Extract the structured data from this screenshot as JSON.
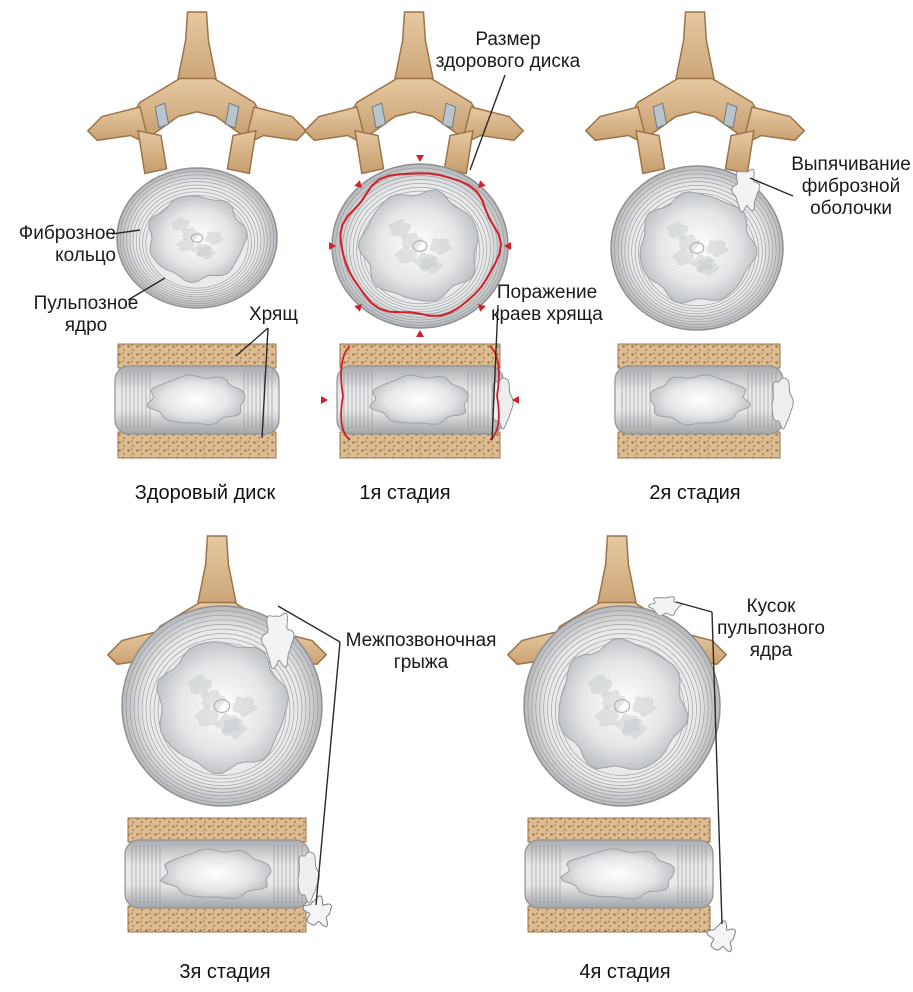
{
  "labels": {
    "annulus_fibrosus": [
      "Фиброзное",
      "кольцо"
    ],
    "nucleus_pulposus": [
      "Пульпозное",
      "ядро"
    ],
    "cartilage": "Хрящ",
    "healthy_disc_size": [
      "Размер",
      "здорового диска"
    ],
    "cartilage_edge_damage": [
      "Поражение",
      "краев хряща"
    ],
    "fibrous_bulge": [
      "Выпячивание",
      "фиброзной",
      "оболочки"
    ],
    "disc_herniation": [
      "Межпозвоночная",
      "грыжа"
    ],
    "nucleus_fragment": [
      "Кусок",
      "пульпозного",
      "ядра"
    ]
  },
  "captions": [
    "Здоровый диск",
    "1я стадия",
    "2я стадия",
    "3я стадия",
    "4я стадия"
  ],
  "colors": {
    "bone": "#d7b48c",
    "bone_dark": "#9c7448",
    "disc_ring": "#dadbdc",
    "disc_line": "#8e9194",
    "nucleus": "#eef0f1",
    "endplate": "#d9b98f",
    "marker_red": "#d0202a"
  }
}
